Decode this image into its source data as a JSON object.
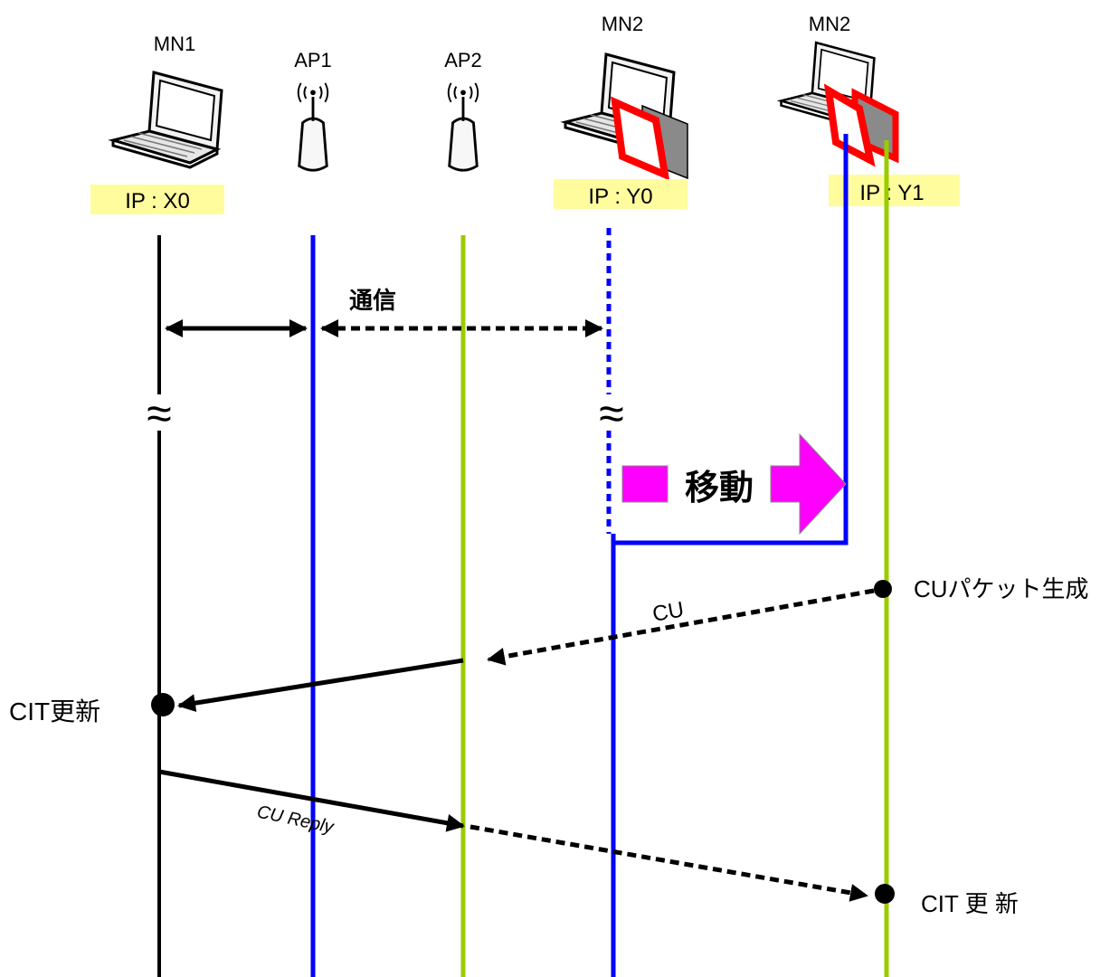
{
  "nodes": {
    "mn1": {
      "label": "MN1",
      "ip": "IP : X0"
    },
    "ap1": {
      "label": "AP1"
    },
    "ap2": {
      "label": "AP2"
    },
    "mn2_before": {
      "label": "MN2",
      "ip": "IP : Y0"
    },
    "mn2_after": {
      "label": "MN2",
      "ip": "IP : Y1"
    }
  },
  "messages": {
    "communication": "通信",
    "move": "移動",
    "cu": "CU",
    "cu_reply": "CU Reply"
  },
  "events": {
    "cu_generate": "CUパケット生成",
    "cit_update_mn1": "CIT更新",
    "cit_update_mn2": "CIT 更 新"
  },
  "symbols": {
    "break": "≈"
  },
  "colors": {
    "mn1_line": "#000000",
    "ap1_line": "#0000ff",
    "ap2_line": "#99cc00",
    "mn2_line": "#0000ff",
    "move_arrow": "#ff00ff",
    "interface_frame": "#ff0000",
    "ip_label_bg": "#fffc9e"
  }
}
